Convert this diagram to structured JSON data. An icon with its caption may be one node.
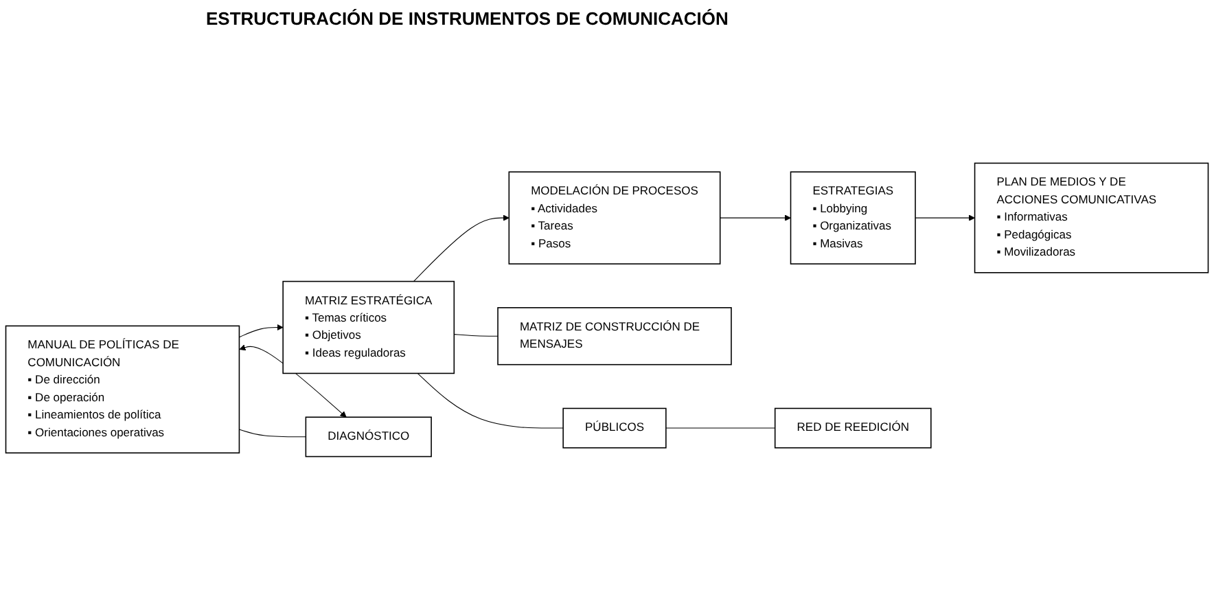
{
  "diagram": {
    "title": "ESTRUCTURACIÓN DE INSTRUMENTOS DE COMUNICACIÓN",
    "nodes": [
      {
        "text": [
          "MANUAL DE POLÍTICAS DE COMUNICACIÓN",
          "▪ De dirección",
          "▪ De operación",
          "▪ Lineamientos de política",
          "▪ Orientaciones operativas"
        ]
      },
      {
        "text": [
          "MATRIZ ESTRATÉGICA",
          "▪ Temas críticos",
          "▪ Objetivos",
          "▪ Ideas reguladoras"
        ]
      },
      {
        "text": [
          "MODELACIÓN DE PROCESOS",
          "▪ Actividades",
          "▪ Tareas",
          "▪ Pasos"
        ]
      },
      {
        "text": [
          "ESTRATEGIAS",
          "▪ Lobbying",
          "▪ Organizativas",
          "▪ Masivas"
        ]
      },
      {
        "text": [
          "PLAN DE MEDIOS Y DE ACCIONES COMUNICATIVAS",
          "▪ Informativas",
          "▪ Pedagógicas",
          "▪ Movilizadoras"
        ]
      },
      {
        "text": [
          "DIAGNÓSTICO"
        ]
      },
      {
        "text": [
          "MATRIZ DE CONSTRUCCIÓN DE MENSAJES"
        ]
      },
      {
        "text": [
          "PÚBLICOS"
        ]
      },
      {
        "text": [
          "RED DE REEDICIÓN"
        ]
      }
    ],
    "edges": [
      {
        "from": 0,
        "to": 1,
        "arrow": "to"
      },
      {
        "from": 1,
        "to": 2,
        "arrow": "to"
      },
      {
        "from": 2,
        "to": 3,
        "arrow": "to"
      },
      {
        "from": 3,
        "to": 4,
        "arrow": "to"
      },
      {
        "from": 0,
        "to": 5,
        "arrow": "both"
      },
      {
        "from": 5,
        "to": 0,
        "arrow": "none"
      },
      {
        "from": 1,
        "to": 6,
        "arrow": "none"
      },
      {
        "from": 1,
        "to": 7,
        "arrow": "none"
      },
      {
        "from": 7,
        "to": 8,
        "arrow": "none"
      }
    ]
  }
}
